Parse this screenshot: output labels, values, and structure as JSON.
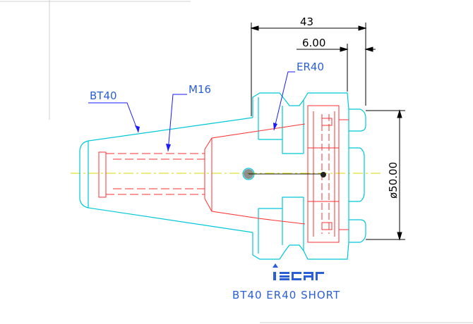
{
  "drawing": {
    "title": "BT40 ER40 SHORT",
    "brand_logo": "iscar",
    "labels": {
      "holder": "BT40",
      "thread": "M16",
      "collet": "ER40"
    },
    "dimensions": {
      "overall_length": "43",
      "offset": "6.00",
      "diameter": "ø50.00"
    },
    "colors": {
      "holder_outline": "#00c8d8",
      "hidden_lines": "#ff3030",
      "dimension_lines": "#000000",
      "leader_text": "#1a1aff",
      "center_line": "#d8d800"
    }
  }
}
